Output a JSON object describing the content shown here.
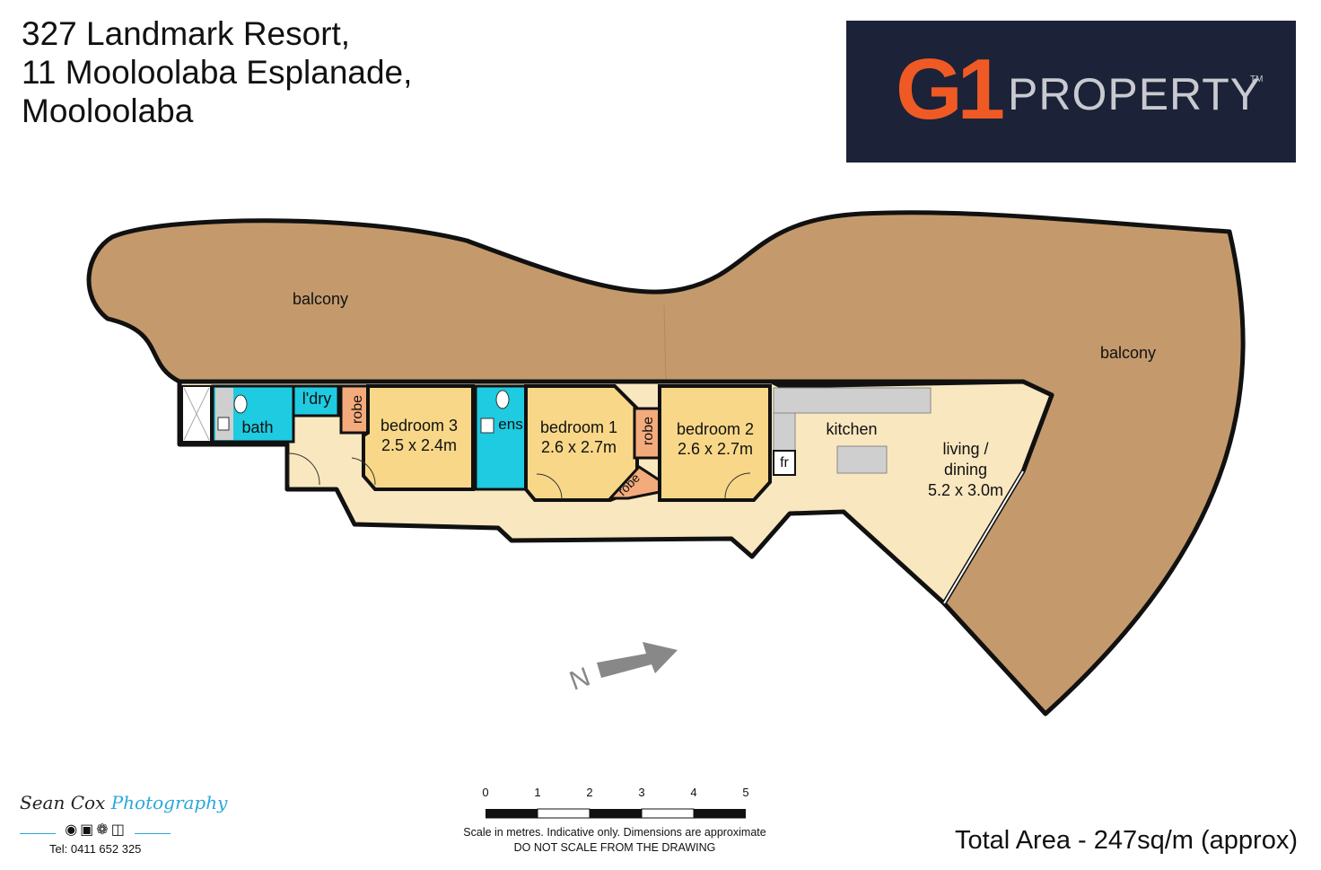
{
  "address": {
    "line1": "327 Landmark Resort,",
    "line2": "11 Mooloolaba Esplanade,",
    "line3": "Mooloolaba"
  },
  "brand": {
    "mark": "G1",
    "word": "PROPERTY",
    "tm": "TM",
    "accent": "#ef5a24",
    "background": "#1c2238"
  },
  "rooms": {
    "balcony_left": "balcony",
    "balcony_right": "balcony",
    "bath": "bath",
    "laundry": "l'dry",
    "robe_1": "robe",
    "robe_2": "robe",
    "robe_3": "robe",
    "ensuite": "ens",
    "bedroom3_name": "bedroom 3",
    "bedroom3_size": "2.5 x 2.4m",
    "bedroom1_name": "bedroom 1",
    "bedroom1_size": "2.6 x 2.7m",
    "bedroom2_name": "bedroom 2",
    "bedroom2_size": "2.6 x 2.7m",
    "kitchen": "kitchen",
    "fridge": "fr",
    "living_line1": "living /",
    "living_line2": "dining",
    "living_size": "5.2 x 3.0m"
  },
  "colors": {
    "balcony": "#c49a6c",
    "bedroom": "#f8d888",
    "wet": "#1ecbe1",
    "robe": "#f4ab7c",
    "hall": "#f9e7bf",
    "wall": "#111111",
    "bench": "#cfcfcf"
  },
  "compass": {
    "letter": "N"
  },
  "scale": {
    "ticks": [
      "0",
      "1",
      "2",
      "3",
      "4",
      "5"
    ],
    "note1": "Scale in metres. Indicative only. Dimensions are approximate",
    "note2": "DO NOT SCALE FROM THE DRAWING"
  },
  "photographer": {
    "name_part1": "Sean Cox",
    "name_part2": "Photography",
    "icons": "camera-icon video-icon drone-icon floorplan-icon",
    "tel": "Tel: 0411 652 325"
  },
  "total_area": "Total Area - 247sq/m (approx)"
}
